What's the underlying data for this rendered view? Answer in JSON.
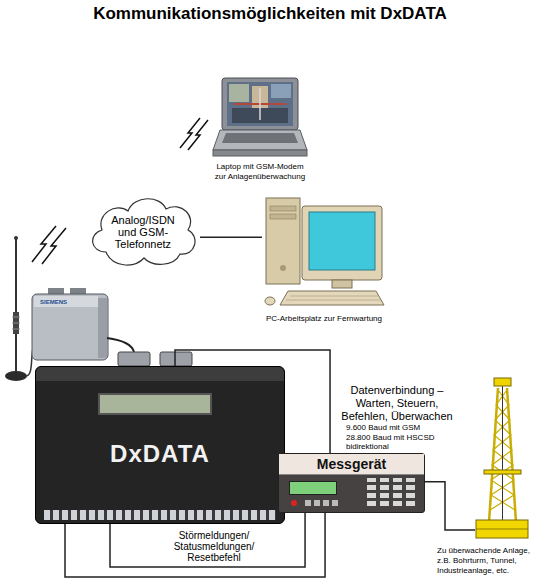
{
  "diagram": {
    "title": "Kommunikationsmöglichkeiten mit DxDATA",
    "nodes": [
      {
        "text": [
          "Laptop mit GSM-Modem zur Anlagenüberwachung"
        ]
      },
      {
        "text": [
          "Analog/ISDN und GSM-Telefonnetz"
        ]
      },
      {
        "text": [
          "PC-Arbeitsplatz zur Fernwartung"
        ]
      },
      {
        "text": [
          "DxDATA"
        ]
      },
      {
        "text": [
          "Messgerät"
        ]
      },
      {
        "text": [
          "Zu überwachende Anlage, z.B. Bohrturm, Tunnel, Industrieanlage, etc."
        ]
      }
    ],
    "edges": [
      {
        "from": 1,
        "to": 2,
        "arrow": "none"
      },
      {
        "from": 3,
        "to": 4,
        "arrow": "none",
        "label": "Datenverbindung – Warten, Steuern, Befehlen, Überwachen"
      },
      {
        "from": 3,
        "to": 4,
        "arrow": "none",
        "label": "Störmeldungen/ Statusmeldungen/ Resetbefehl"
      },
      {
        "from": 3,
        "to": 4,
        "arrow": "none"
      },
      {
        "from": 4,
        "to": 5,
        "arrow": "none"
      }
    ],
    "labels": [
      "9.600 Baud mit GSM 28.800 Baud mit HSCSD bidirektional",
      "SIEMENS"
    ]
  }
}
